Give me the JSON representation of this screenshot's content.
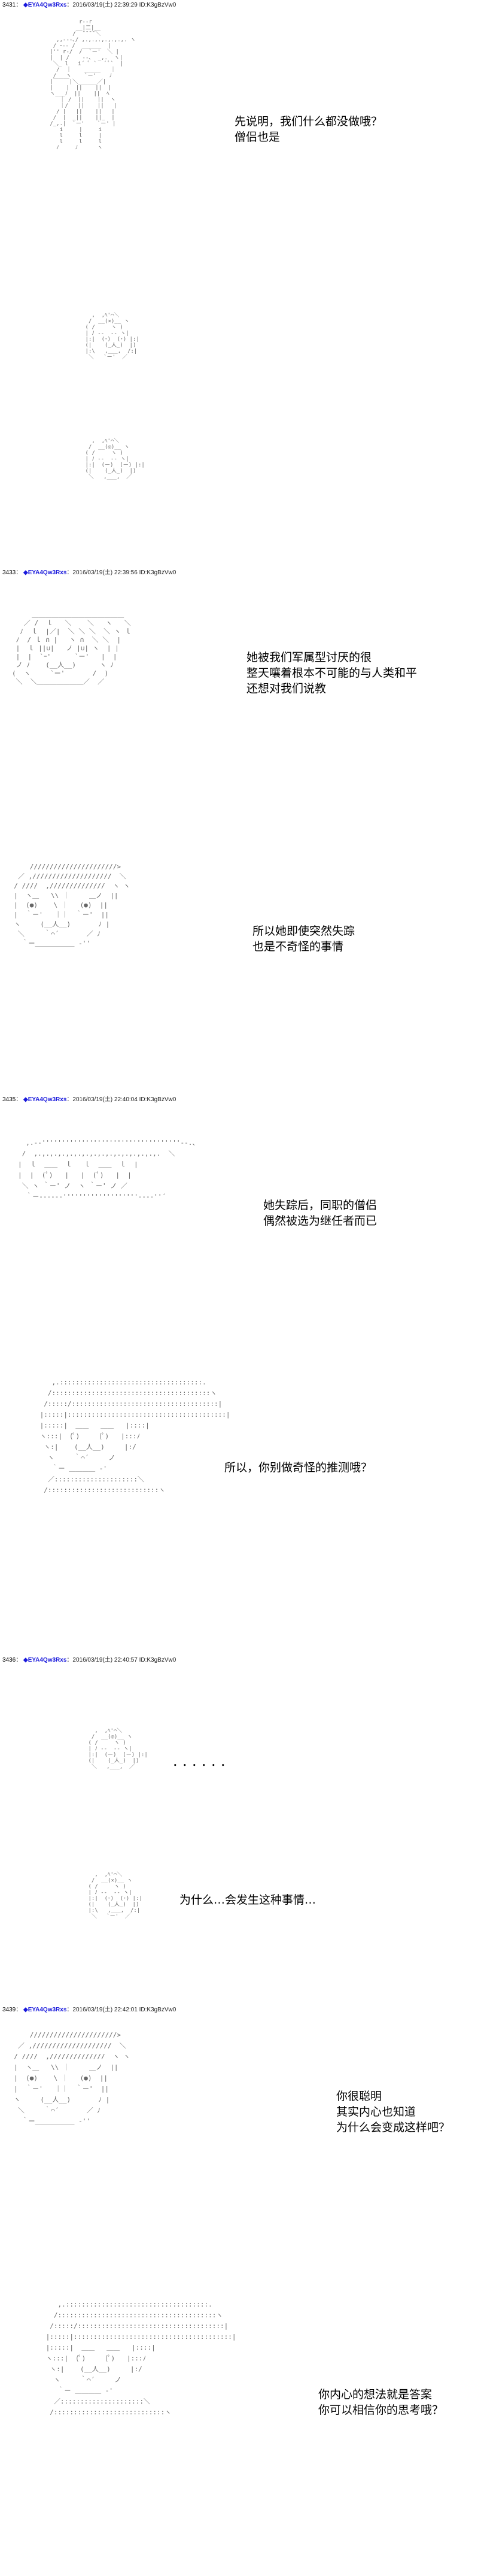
{
  "posts": [
    {
      "number": "3431",
      "separator": "：",
      "name": "◆EYA4Qw3Rxs",
      "date": "：2016/03/19(土) 22:39:29",
      "uid": "ID:K3gBzVw0",
      "scenes": [
        {
          "lines": [
            "先说明，我们什么都没做哦？",
            "僧侣也是"
          ]
        },
        {
          "lines": []
        },
        {
          "lines": []
        }
      ]
    },
    {
      "number": "3433",
      "separator": "：",
      "name": "◆EYA4Qw3Rxs",
      "date": "：2016/03/19(土) 22:39:56",
      "uid": "ID:K3gBzVw0",
      "scenes": [
        {
          "lines": [
            "她被我们军属型讨厌的很",
            "整天嚷着根本不可能的与人类和平",
            "还想对我们说教"
          ]
        },
        {
          "lines": [
            "所以她即使突然失踪",
            "也是不奇怪的事情"
          ]
        }
      ]
    },
    {
      "number": "3435",
      "separator": "：",
      "name": "◆EYA4Qw3Rxs",
      "date": "：2016/03/19(土) 22:40:04",
      "uid": "ID:K3gBzVw0",
      "scenes": [
        {
          "lines": [
            "她失踪后，同职的僧侣",
            "偶然被选为继任者而已"
          ]
        },
        {
          "lines": [
            "所以，你别做奇怪的推测哦？"
          ]
        }
      ]
    },
    {
      "number": "3436",
      "separator": "：",
      "name": "◆EYA4Qw3Rxs",
      "date": "：2016/03/19(土) 22:40:57",
      "uid": "ID:K3gBzVw0",
      "scenes": [
        {
          "lines": [],
          "dots": "．．．．．．"
        },
        {
          "lines": [
            "为什么…会发生这种事情…"
          ]
        }
      ]
    },
    {
      "number": "3439",
      "separator": "：",
      "name": "◆EYA4Qw3Rxs",
      "date": "：2016/03/19(土) 22:42:01",
      "uid": "ID:K3gBzVw0",
      "scenes": [
        {
          "lines": [
            "你很聪明",
            "其实内心也知道",
            "为什么会变成这样吧？"
          ]
        },
        {
          "lines": [
            "你内心的想法就是答案",
            "你可以相信你的思考哦？"
          ]
        }
      ]
    }
  ],
  "ascii_art": {
    "demon_lord_standing": "                 r‐‐r\n                __|二|__\n               /  ̄ ̄ ̄ ̄ ＼\n          ,,-‐-､/ ,.,.,.,.,.,.,. ヽ\n         / ｰ‐- /  ______  |\n        |'' r‐/  /  `ー'  ＼ |\n        |  | /    ‐-､  _,.  ヽ|\n         ＼_ l   i´ ﾟ `  ´ ﾟ`  |\n          /  ｜    _____   ｜\n         /   ヽ    `ー'    ﾉ\n        |￣￣￣|＼______／|\n        |    |  ||    ||  |\n        ヽ___ﾉ  ||    ||  ﾍ\n           ｜ /  ||    ||  ヽ\n           ｜/   ||    ||   |\n          / |   ||    ||   |\n         /  |  _||    ||_  |\n        /_,.|  `ー'    `ー' |\n           i     |     i\n           l     l     |\n           l     l     l\n          ﾉ     ﾉ      ヽ",
    "monk_face_worried": "        ,  ,ﾍ'⌒＼\n       /  __(×)__ ヽ\n      ( /     ヽ ) \n      | ﾉ ‐-  -‐ ヽ|\n      |:|  (･)  (･) |:|\n      (|    (_人_)  |)\n      |:\\   ,___,  /:|\n       ＼   `ー'  ／",
    "monk_face_calm": "        ,  ,ﾍ'⌒＼\n       /  __(◎)__ ヽ\n      ( /     ヽ ) \n      | ﾉ ‐-  -‐ ヽ|\n      |:|  (ー)  (ー) |:|\n      (|    (_人_)  |)\n       ＼   ,___,  ／",
    "sly_face": "     ＿＿＿＿＿＿＿＿＿＿＿＿＿＿\n   ／ /  ｌ   ＼    ＼   ヽ   ＼\n  ﾉ  ｌ  |／|  ＼ ＼ ＼  ＼ ヽ ｌ\n ﾉ  / ｌ ∩ |   ヽ ∩  ＼ ＼  |\n |  ｌ ||∪|   ノ |∪| ヽ  | |\n |  |  `ｰ'      `ー'   |  |\n ノ ﾉ    (__人__)      ヽ ﾉ\n(  ヽ     `ー'       /  )\n ＼  ＼＿＿＿＿＿＿＿／  ／",
    "shadow_face": "      //////////////////////>\n   ／ ,////////////////////  ＼\n  / ////  ,//////////////  ヽ ヽ\n  |  ヽ＿   \\\\ ｜     ＿ノ  ||\n  |  (●)    \\ ｜   (●)  ||\n  |  ｀ー'   ｜｜  ｀ー'  ||\n  ヽ     (__人__)       ﾉ |\n   ＼     ｀⌒´       ／ ﾉ\n    ｀ー＿＿＿＿＿＿ ‐''",
    "crowd_scene": "  ,.-‐'''''''''''''''''''''''''''''''''''‐-.、\n /  ,.,.,.,.,.,.,.,.,.,.,.,.,.,.,.,.  ＼\n|  ｌ  ＿＿  ｌ   ｌ  ＿＿  ｌ  |\n|  |  (ﾟ)   |   |  (ﾟ)   |  |\n ＼ ヽ ｀ー' ノ  ヽ ｀ー' ノ ／\n  ｀ー‐----‐'''''''''''''''''''‐--‐''´",
    "speaker_smug": "    ,.::::::::::::::::::::::::::::::::::::.\n   /::::::::::::::::::::::::::::::::::::::::ヽ\n  /:::::/:::::::::::::::::::::::::::::::::::::|\n |:::::|::::::::::::::::::::::::::::::::::::::::|\n |:::::|  ＿＿   ＿＿   |::::|\n ヽ:::|  (ﾟ)     (ﾟ)   |:::ﾉ\n  ヽ:|    (__人__)     |:/\n   ヽ     ｀⌒´     ノ\n    ｀ー ＿＿＿＿ ‐'\n   ／:::::::::::::::::::::＼\n  /::::::::::::::::::::::::::::ヽ"
  }
}
